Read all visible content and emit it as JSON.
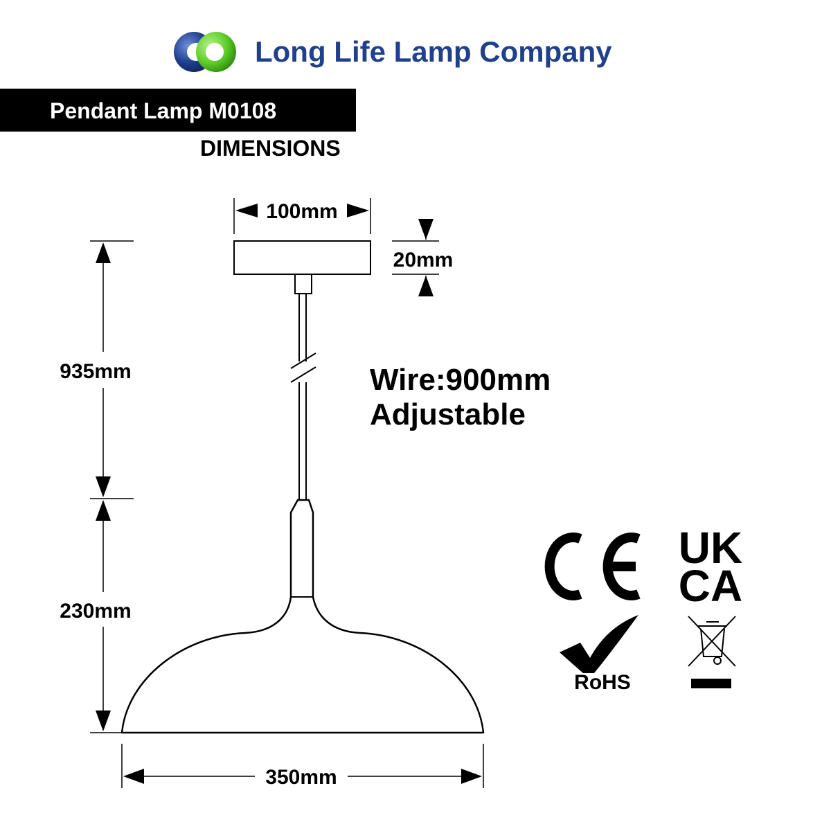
{
  "brand": {
    "name": "Long Life Lamp Company",
    "colors": {
      "blue": "#1f3f8f",
      "green": "#5fce2a"
    }
  },
  "product": {
    "title": "Pendant Lamp M0108",
    "section": "DIMENSIONS"
  },
  "dimensions": {
    "canopy_width": "100mm",
    "canopy_height": "20mm",
    "drop_upper": "935mm",
    "drop_lower": "230mm",
    "shade_diameter": "350mm"
  },
  "wire_note": {
    "line1": "Wire:900mm",
    "line2": "Adjustable"
  },
  "certifications": {
    "ce": "CE",
    "ukca_top": "UK",
    "ukca_bottom": "CA",
    "rohs": "RoHS",
    "icons": [
      "ce-mark",
      "ukca-mark",
      "rohs-check",
      "weee-crossed-bin"
    ]
  }
}
